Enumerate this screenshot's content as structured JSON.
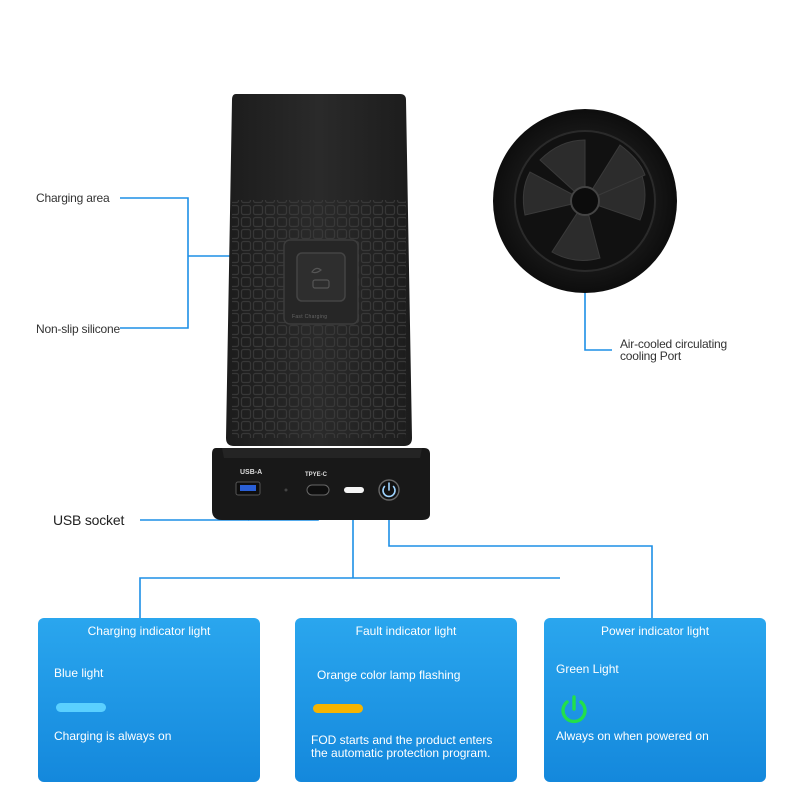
{
  "callouts": {
    "charging_area": "Charging area",
    "non_slip": "Non-slip silicone",
    "usb_socket": "USB socket",
    "cooling_port": "Air-cooled circulating\ncooling Port"
  },
  "device": {
    "pad_mark": "Fast Charging",
    "port_usb_a": "USB-A",
    "port_type_c": "TPYE-C"
  },
  "cards": [
    {
      "title": "Charging indicator light",
      "light": "Blue light",
      "desc": "Charging is always on",
      "color": "#5ad0ff"
    },
    {
      "title": "Fault indicator light",
      "light": "Orange color lamp flashing",
      "desc": "FOD starts and the product enters the automatic protection program.",
      "color": "#f5b400"
    },
    {
      "title": "Power indicator light",
      "light": "Green Light",
      "desc": "Always on when powered on",
      "color": "#22e04a"
    }
  ],
  "colors": {
    "accent_line": "#1d8fe6",
    "card_bg": "#1a8fe3"
  }
}
